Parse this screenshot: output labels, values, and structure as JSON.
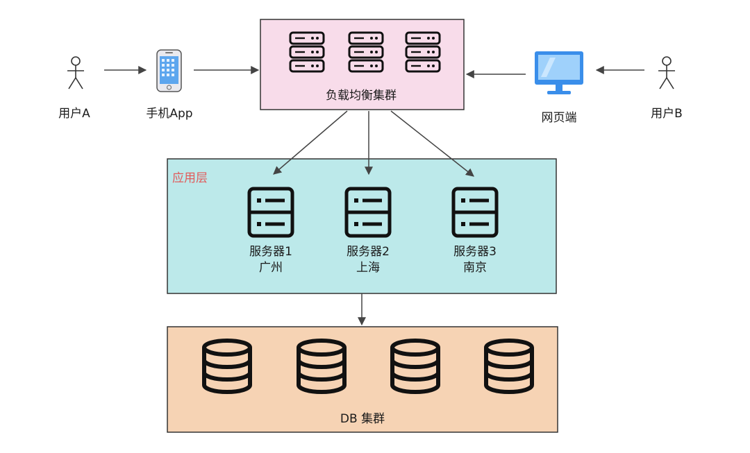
{
  "colors": {
    "lb_fill": "#f8dcea",
    "app_fill": "#bce9ea",
    "db_fill": "#f6d3b4",
    "border": "#333333",
    "arrow": "#444444",
    "app_title": "#e15a5a",
    "monitor": "#3a8eea",
    "phone": "#5da6ee"
  },
  "actors": {
    "user_a": "用户A",
    "user_b": "用户B"
  },
  "clients": {
    "mobile": "手机App",
    "web": "网页端"
  },
  "load_balancer": {
    "title": "负载均衡集群",
    "server_count": 3
  },
  "app_layer": {
    "title": "应用层",
    "servers": [
      {
        "name": "服务器1",
        "location": "广州"
      },
      {
        "name": "服务器2",
        "location": "上海"
      },
      {
        "name": "服务器3",
        "location": "南京"
      }
    ]
  },
  "db_cluster": {
    "title": "DB 集群",
    "db_count": 4
  },
  "icons": {
    "user_icon": "stick-figure-icon",
    "phone_icon": "smartphone-icon",
    "monitor_icon": "desktop-monitor-icon",
    "rack_icon": "server-rack-icon",
    "server_icon": "server-icon",
    "db_icon": "database-icon"
  }
}
